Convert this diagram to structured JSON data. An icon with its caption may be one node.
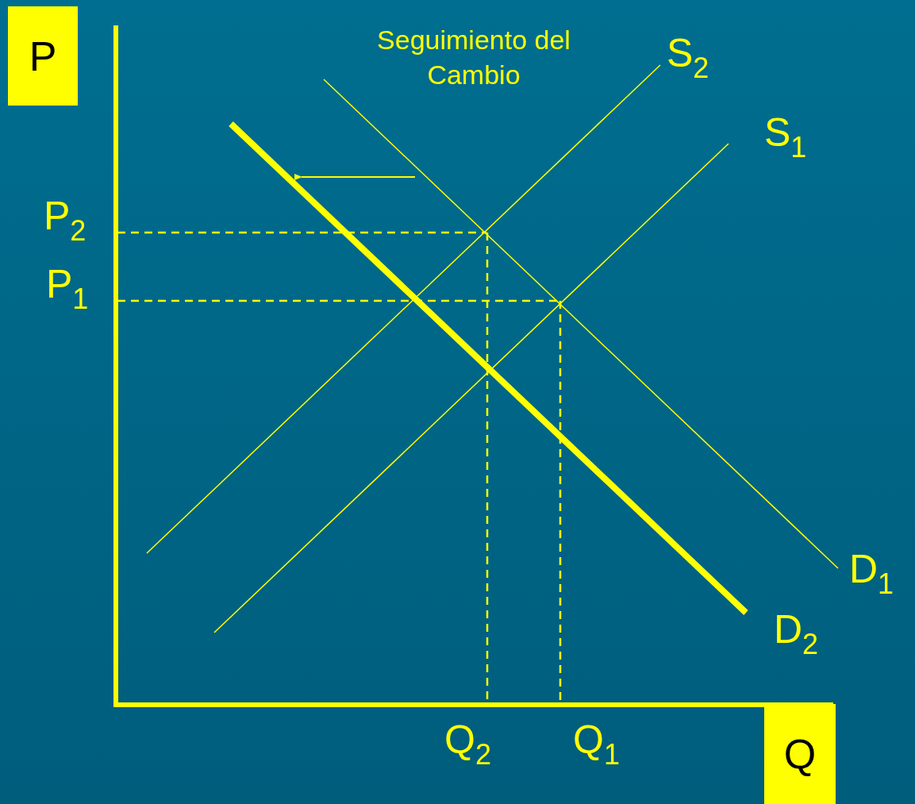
{
  "diagram": {
    "nodes": [
      {
        "text": [
          "P"
        ]
      },
      {
        "text": [
          "Q"
        ]
      }
    ],
    "labels": [
      "Seguimiento del Cambio",
      "S$_{2}$",
      "S$_{1}$",
      "P$_{2}$",
      "P$_{1}$",
      "D$_{1}$",
      "D$_{2}$",
      "Q$_{2}$",
      "Q$_{1}$"
    ]
  }
}
